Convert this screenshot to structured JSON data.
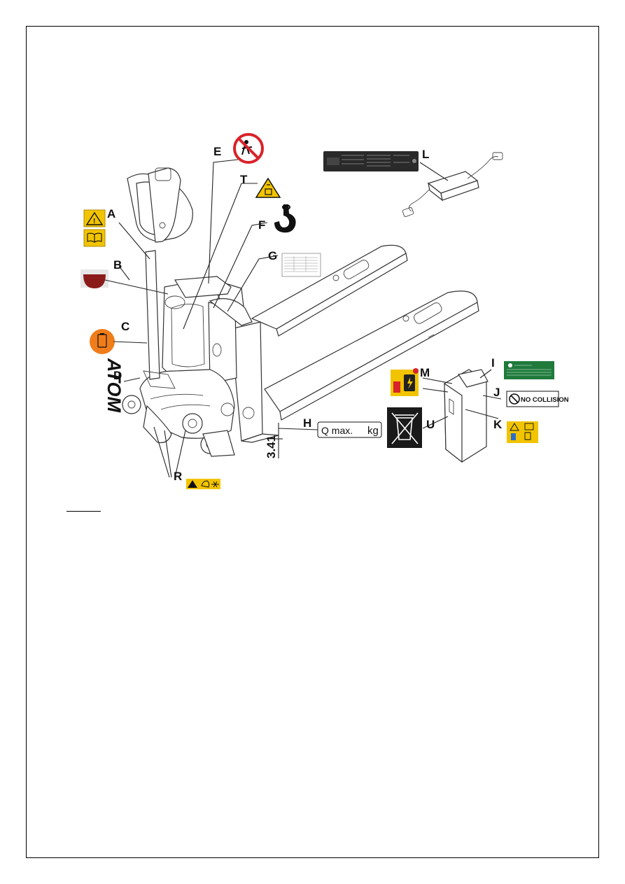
{
  "callouts": [
    "A",
    "B",
    "C",
    "D",
    "E",
    "F",
    "G",
    "H",
    "I",
    "J",
    "K",
    "L",
    "M",
    "R",
    "T",
    "U"
  ],
  "labels": {
    "no_collision": "NO COLLISION",
    "q_max": "Q max.",
    "kg": "kg",
    "dimension": "3.41",
    "atom": "ATOM"
  },
  "colors": {
    "warning_yellow": "#f2c400",
    "prohibit_red": "#d8232a",
    "orange": "#f07d1a",
    "green_label": "#1f7a3c",
    "dark_red": "#8b1a1a"
  },
  "icons": [
    "warning-triangle-icon",
    "manual-book-icon",
    "no-riding-icon",
    "crush-hazard-icon",
    "lifting-hook-icon",
    "battery-icon",
    "crossed-bin-icon",
    "no-collision-icon"
  ]
}
